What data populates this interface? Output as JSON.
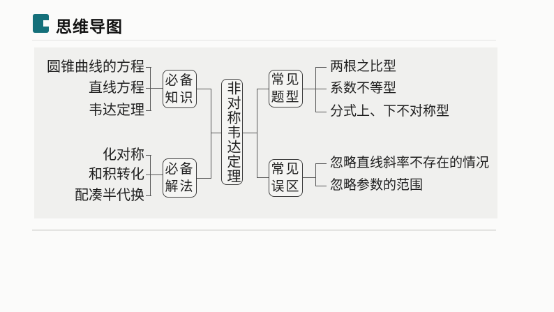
{
  "header": {
    "title": "思维导图"
  },
  "diagram": {
    "center_node": "非对称韦达定理",
    "left_groups": [
      {
        "node": "必备知识",
        "items": [
          "圆锥曲线的方程",
          "直线方程",
          "韦达定理"
        ]
      },
      {
        "node": "必备解法",
        "items": [
          "化对称",
          "和积转化",
          "配凑半代换"
        ]
      }
    ],
    "right_groups": [
      {
        "node": "常见题型",
        "items": [
          "两根之比型",
          "系数不等型",
          "分式上、下不对称型"
        ]
      },
      {
        "node": "常见误区",
        "items": [
          "忽略直线斜率不存在的情况",
          "忽略参数的范围"
        ]
      }
    ]
  },
  "colors": {
    "accent_teal": "#15707a",
    "panel_bg": "#f0f0ee",
    "connector_line": "#555555",
    "box_border": "#3e3e3e",
    "box_fill": "#f5f5f3"
  }
}
